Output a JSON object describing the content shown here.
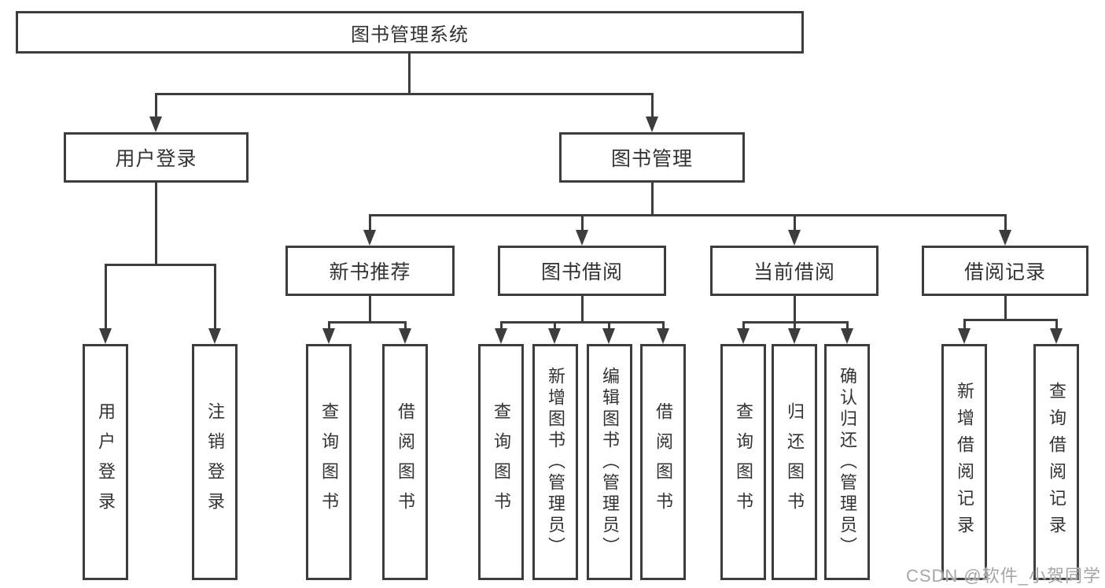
{
  "diagram": {
    "title": {
      "label": "图书管理系统"
    },
    "modules": [
      {
        "label": "用户登录",
        "features": [
          {
            "label": "用户登录"
          },
          {
            "label": "注销登录"
          }
        ]
      },
      {
        "label": "图书管理",
        "submodules": [
          {
            "label": "新书推荐",
            "features": [
              {
                "label": "查询图书"
              },
              {
                "label": "借阅图书"
              }
            ]
          },
          {
            "label": "图书借阅",
            "features": [
              {
                "label": "查询图书"
              },
              {
                "label": "新增图书（管理员）"
              },
              {
                "label": "编辑图书（管理员）"
              },
              {
                "label": "借阅图书"
              }
            ]
          },
          {
            "label": "当前借阅",
            "features": [
              {
                "label": "查询图书"
              },
              {
                "label": "归还图书"
              },
              {
                "label": "确认归还（管理员）"
              }
            ]
          },
          {
            "label": "借阅记录",
            "features": [
              {
                "label": "新增借阅记录"
              },
              {
                "label": "查询借阅记录"
              }
            ]
          }
        ]
      }
    ]
  },
  "watermark": {
    "text": "CSDN @软件_小贺同学"
  },
  "colors": {
    "line": "#3d3d3d",
    "text": "#333333",
    "watermark": "#a6a6a6",
    "background": "#ffffff"
  }
}
